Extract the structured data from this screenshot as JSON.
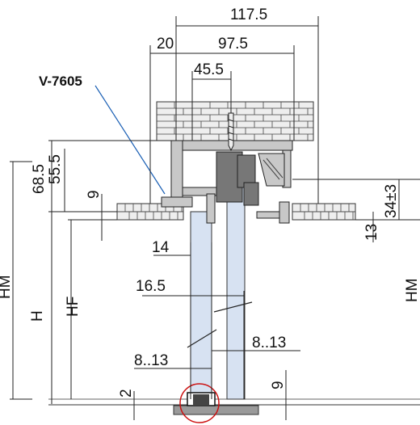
{
  "part_label": "V-7605",
  "dimensions": {
    "overall_width": "117.5",
    "left_offset": "20",
    "profile_width": "97.5",
    "screw_offset": "45.5",
    "height_68_5": "68.5",
    "height_55_5": "55.5",
    "gap_9_top": "9",
    "gap_14": "14",
    "gap_16_5": "16.5",
    "gap_8_13_left": "8..13",
    "gap_8_13_right": "8..13",
    "tol_34": "34±3",
    "depth_13": "13",
    "bottom_2": "2",
    "bottom_9": "9",
    "H": "H",
    "HF": "HF",
    "HM_left": "HM",
    "HM_right": "HM"
  },
  "colors": {
    "leader": "#1a5fb4",
    "callout_circle": "#cc1111",
    "glass": "#d7e2f2"
  }
}
